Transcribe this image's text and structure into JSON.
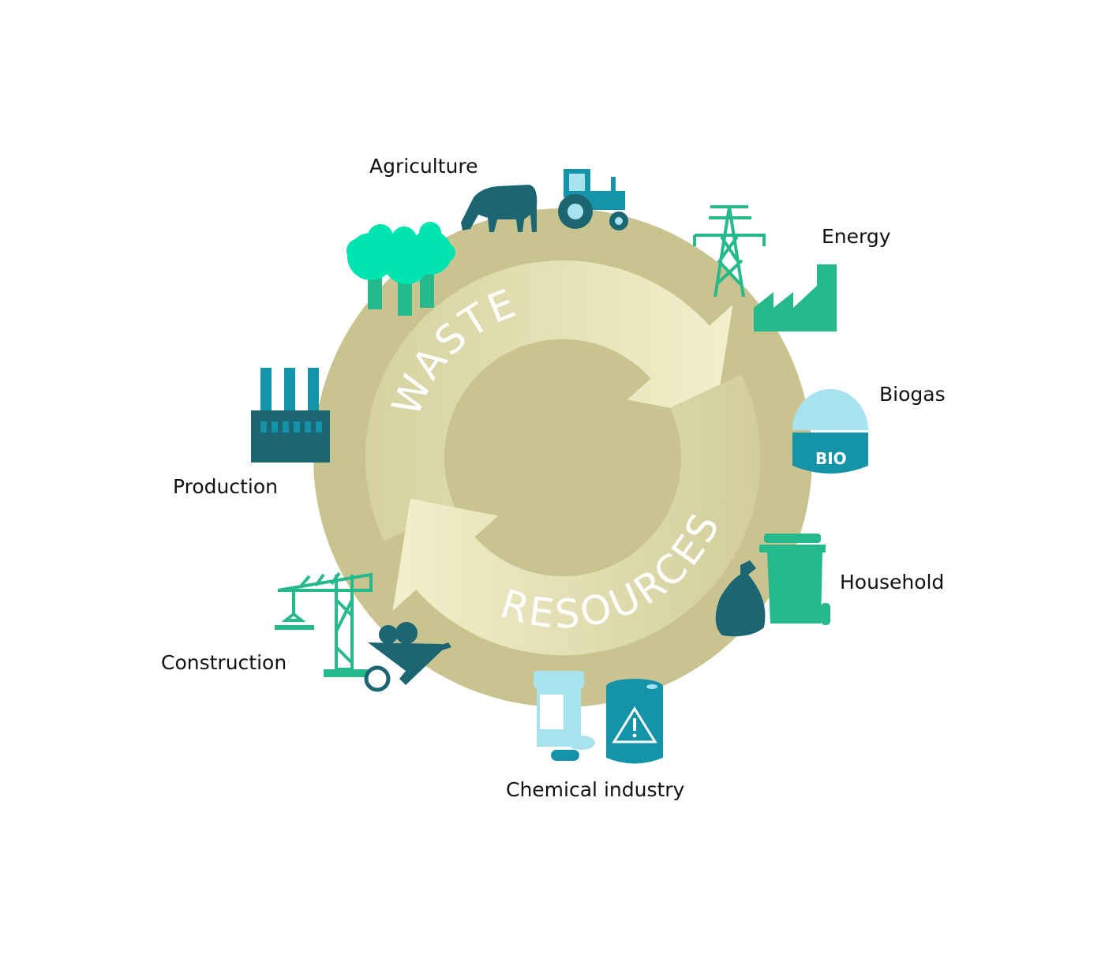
{
  "title_cycle": {
    "top_arrow": "WASTE",
    "bottom_arrow": "RESOURCES"
  },
  "sectors": [
    {
      "label": "Agriculture",
      "icons": [
        "cow-icon",
        "tractor-icon",
        "trees-icon"
      ]
    },
    {
      "label": "Energy",
      "icons": [
        "power-pylon-icon",
        "factory-icon"
      ]
    },
    {
      "label": "Biogas",
      "icons": [
        "biogas-tank-icon"
      ],
      "badge": "BIO"
    },
    {
      "label": "Household",
      "icons": [
        "trash-bag-icon",
        "wheelie-bin-icon"
      ]
    },
    {
      "label": "Chemical industry",
      "icons": [
        "pill-bottle-icon",
        "hazard-drum-icon"
      ]
    },
    {
      "label": "Construction",
      "icons": [
        "crane-icon",
        "wheelbarrow-icon"
      ]
    },
    {
      "label": "Production",
      "icons": [
        "factory-chimneys-icon"
      ]
    }
  ],
  "colors": {
    "circle": "#c9c48f",
    "arrow": "#ece7c3",
    "dark_teal": "#1b6672",
    "teal": "#1593a8",
    "green": "#26b98c",
    "mint": "#00e4b0",
    "light_blue": "#a6e3ef"
  }
}
